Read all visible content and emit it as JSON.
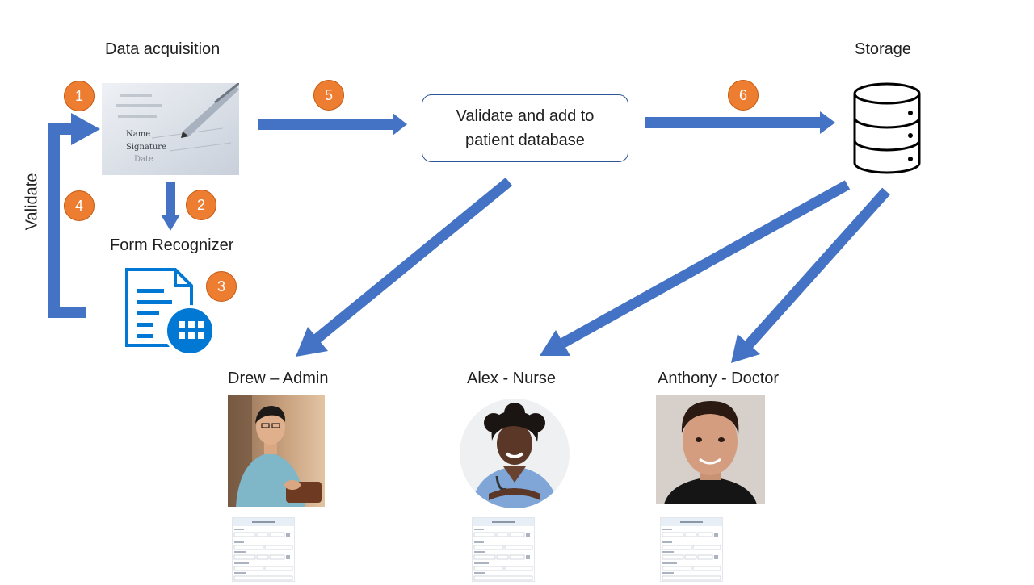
{
  "labels": {
    "data_acquisition": "Data acquisition",
    "storage": "Storage",
    "form_recognizer": "Form Recognizer",
    "validate": "Validate",
    "process_line1": "Validate and add to",
    "process_line2": "patient database"
  },
  "steps": [
    "1",
    "2",
    "3",
    "4",
    "5",
    "6"
  ],
  "personas": [
    {
      "label": "Drew – Admin"
    },
    {
      "label": "Alex - Nurse"
    },
    {
      "label": "Anthony - Doctor"
    }
  ],
  "colors": {
    "arrow": "#4472c4",
    "badge": "#ed7d31",
    "azure_blue": "#0078d4",
    "box_border": "#2f5597"
  },
  "icons": [
    "signature-form-photo",
    "form-recognizer-icon",
    "database-icon",
    "form-thumbnail"
  ]
}
